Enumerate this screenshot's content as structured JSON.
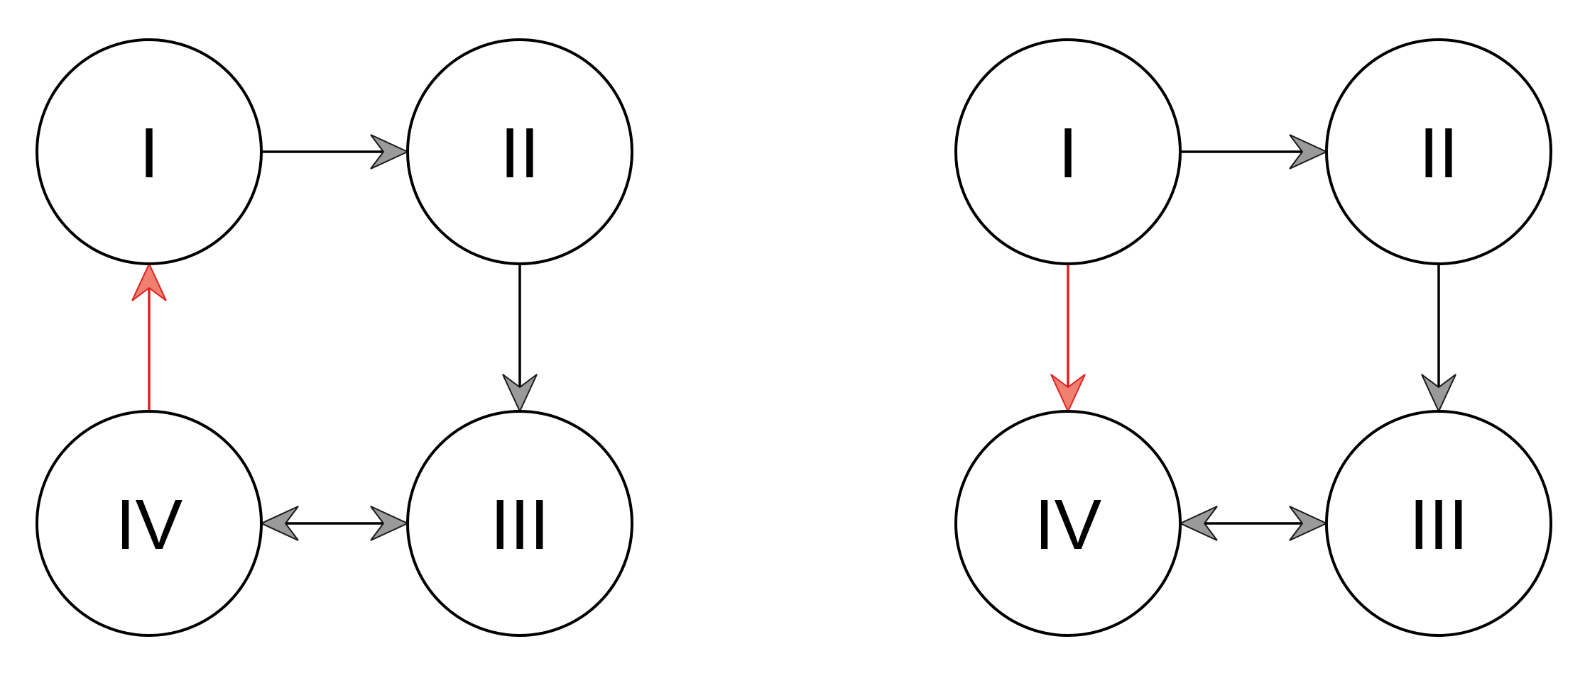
{
  "colors": {
    "normal_edge": "#000000",
    "normal_head_fill": "#9a9a9a",
    "normal_head_stroke": "#1a1a1a",
    "highlight_edge": "#e02020",
    "highlight_head_fill": "#f08070",
    "highlight_head_stroke": "#e02020",
    "node_stroke": "#000000",
    "node_fill": "#ffffff"
  },
  "diagrams": [
    {
      "nodes": [
        {
          "id": "I",
          "label": "I"
        },
        {
          "id": "II",
          "label": "II"
        },
        {
          "id": "III",
          "label": "III"
        },
        {
          "id": "IV",
          "label": "IV"
        }
      ],
      "edges": [
        {
          "from": "I",
          "to": "II",
          "direction": "forward",
          "highlight": false
        },
        {
          "from": "II",
          "to": "III",
          "direction": "forward",
          "highlight": false
        },
        {
          "from": "IV",
          "to": "III",
          "direction": "both",
          "highlight": false
        },
        {
          "from": "IV",
          "to": "I",
          "direction": "forward",
          "highlight": true
        }
      ]
    },
    {
      "nodes": [
        {
          "id": "I",
          "label": "I"
        },
        {
          "id": "II",
          "label": "II"
        },
        {
          "id": "III",
          "label": "III"
        },
        {
          "id": "IV",
          "label": "IV"
        }
      ],
      "edges": [
        {
          "from": "I",
          "to": "II",
          "direction": "forward",
          "highlight": false
        },
        {
          "from": "II",
          "to": "III",
          "direction": "forward",
          "highlight": false
        },
        {
          "from": "IV",
          "to": "III",
          "direction": "both",
          "highlight": false
        },
        {
          "from": "I",
          "to": "IV",
          "direction": "forward",
          "highlight": true
        }
      ]
    }
  ]
}
